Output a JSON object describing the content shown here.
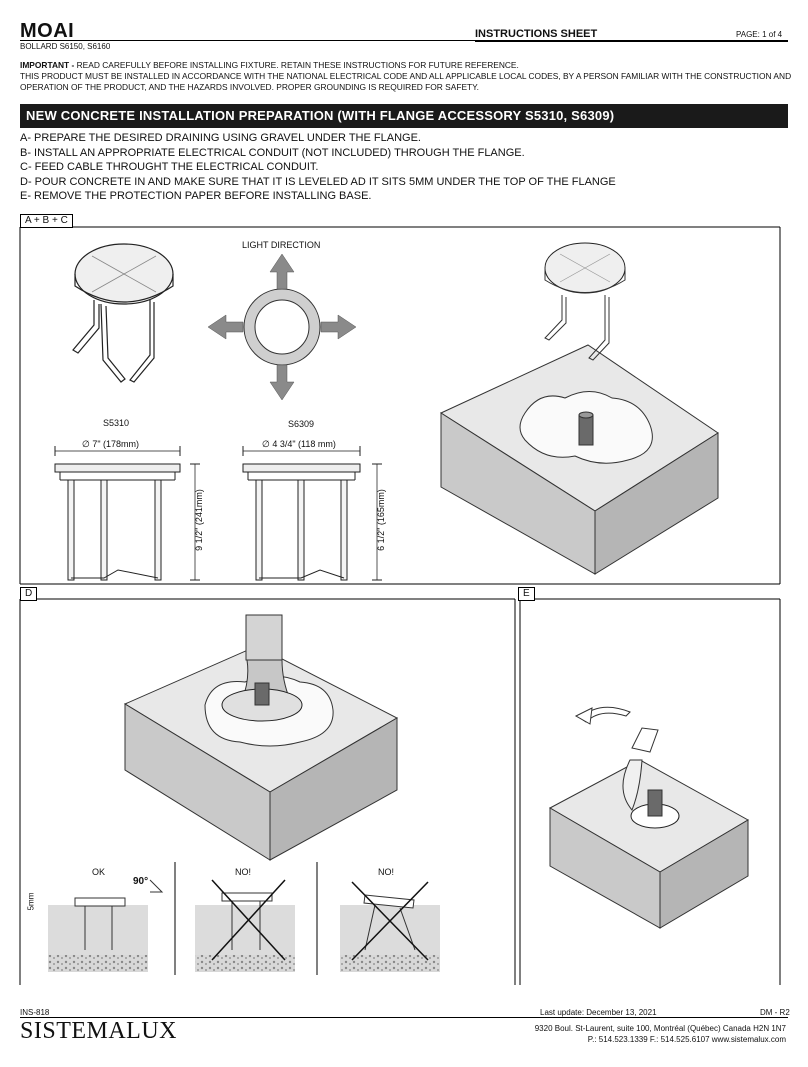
{
  "header": {
    "product": "MOAI",
    "models": "BOLLARD S6150, S6160",
    "sheet_title": "INSTRUCTIONS SHEET",
    "page": "PAGE: 1 of 4"
  },
  "notice": {
    "label": "IMPORTANT -",
    "line1": " READ CAREFULLY BEFORE INSTALLING FIXTURE. RETAIN THESE INSTRUCTIONS FOR FUTURE REFERENCE.",
    "line2": "THIS PRODUCT MUST BE INSTALLED IN ACCORDANCE WITH THE NATIONAL ELECTRICAL CODE AND ALL APPLICABLE LOCAL CODES, BY A PERSON FAMILIAR WITH THE CONSTRUCTION AND OPERATION OF THE PRODUCT, AND THE HAZARDS INVOLVED. PROPER GROUNDING IS REQUIRED FOR SAFETY."
  },
  "section": {
    "title": "NEW CONCRETE INSTALLATION PREPARATION (WITH FLANGE ACCESSORY S5310, S6309)",
    "steps": [
      "A- PREPARE THE DESIRED DRAINING USING GRAVEL UNDER THE FLANGE.",
      "B- INSTALL AN APPROPRIATE ELECTRICAL CONDUIT (NOT INCLUDED) THROUGH THE FLANGE.",
      "C- FEED CABLE THROUGHT THE ELECTRICAL CONDUIT.",
      "D- POUR CONCRETE IN AND MAKE SURE THAT IT IS LEVELED AD IT SITS 5MM UNDER THE TOP OF THE FLANGE",
      "E- REMOVE THE PROTECTION PAPER BEFORE INSTALLING BASE."
    ]
  },
  "figures": {
    "panel_abc": "A + B + C",
    "panel_d": "D",
    "panel_e": "E",
    "light_direction": "LIGHT DIRECTION",
    "s5310": {
      "name": "S5310",
      "diameter": "∅ 7\" (178mm)",
      "height": "9 1/2\" (241mm)"
    },
    "s6309": {
      "name": "S6309",
      "diameter": "∅ 4 3/4\" (118 mm)",
      "height": "6 1/2\" (165mm)"
    },
    "ok": "OK",
    "no1": "NO!",
    "no2": "NO!",
    "angle": "90°",
    "depth": "5mm"
  },
  "footer": {
    "doc_code": "INS-818",
    "last_update": "Last update: December 13, 2021",
    "revision": "DM - R2",
    "brand": "SISTEMALUX",
    "address": "9320 Boul. St-Laurent, suite 100, Montréal (Québec) Canada H2N 1N7",
    "contact": "P.: 514.523.1339   F.: 514.525.6107  www.sistemalux.com"
  }
}
